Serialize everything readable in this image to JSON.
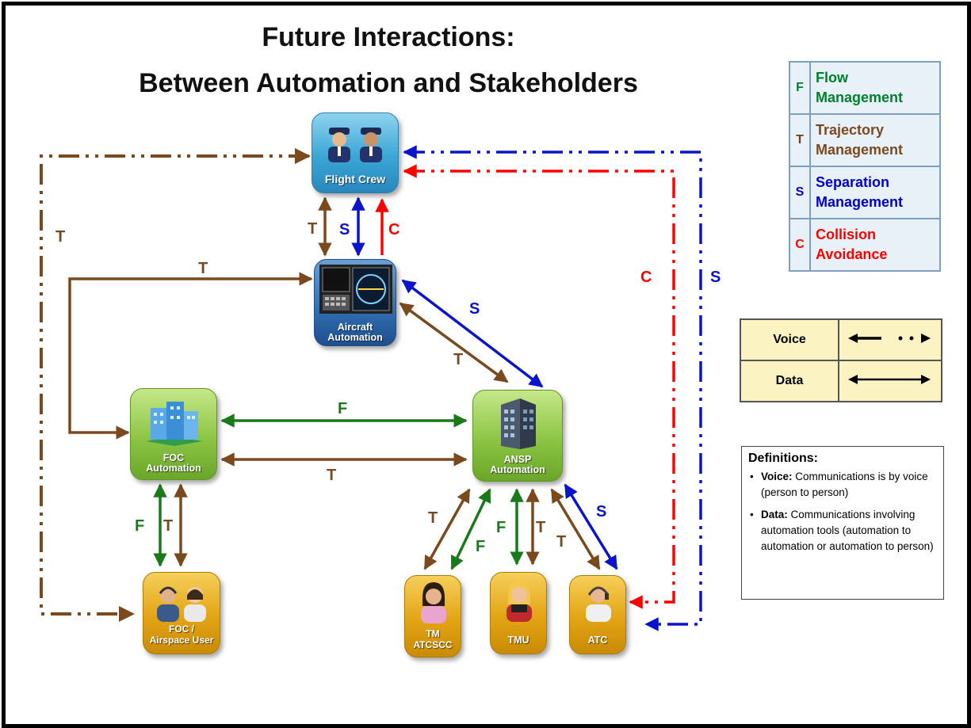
{
  "title": {
    "line1": "Future Interactions:",
    "line2": "Between Automation and Stakeholders"
  },
  "nodes": {
    "flight_crew": "Flight Crew",
    "aircraft_automation": [
      "Aircraft",
      "Automation"
    ],
    "foc_automation": [
      "FOC",
      "Automation"
    ],
    "ansp_automation": [
      "ANSP",
      "Automation"
    ],
    "foc_airspace_user": [
      "FOC /",
      "Airspace User"
    ],
    "tm_atcscc": [
      "TM",
      "ATCSCC"
    ],
    "tmu": "TMU",
    "atc": "ATC"
  },
  "legend": [
    {
      "letter": "F",
      "label1": "Flow",
      "label2": "Management",
      "color": "#00802b"
    },
    {
      "letter": "T",
      "label1": "Trajectory",
      "label2": "Management",
      "color": "#7a4a1e"
    },
    {
      "letter": "S",
      "label1": "Separation",
      "label2": "Management",
      "color": "#0000cc"
    },
    {
      "letter": "C",
      "label1": "Collision",
      "label2": "Avoidance",
      "color": "#ff0000"
    }
  ],
  "comm_legend": {
    "voice": "Voice",
    "data": "Data"
  },
  "definitions": {
    "heading": "Definitions:",
    "voice_term": "Voice:",
    "voice_text": "Communications is by voice (person to person)",
    "data_term": "Data:",
    "data_text": "Communications involving automation tools (automation to automation or automation to person)"
  },
  "link_labels": {
    "F": "F",
    "T": "T",
    "S": "S",
    "C": "C"
  },
  "colors": {
    "F": "#1a7a1a",
    "T": "#7a4a1e",
    "S": "#0a14c8",
    "C": "#ff0000"
  },
  "icons": [
    "pilot-icon",
    "cockpit-display-icon",
    "office-building-icon",
    "skyscraper-icon",
    "headset-person-icon",
    "woman-person-icon",
    "blonde-person-icon",
    "operator-icon"
  ]
}
